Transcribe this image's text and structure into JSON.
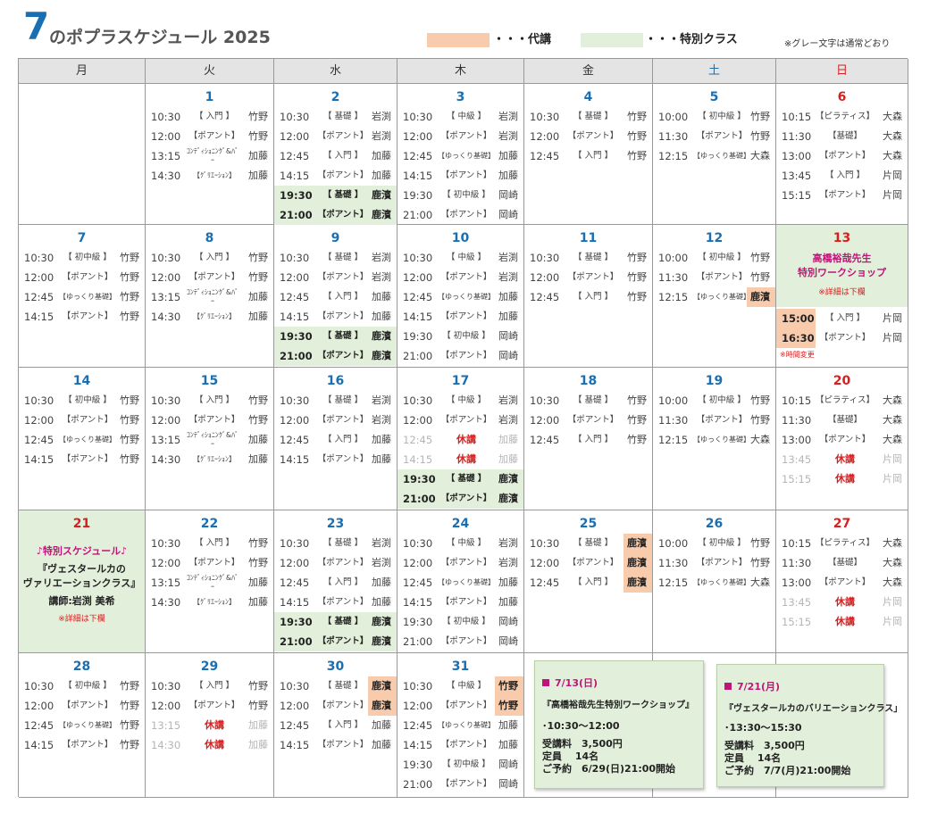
{
  "header": {
    "month": "7",
    "title": "のポプラスケジュール 2025",
    "legend_sub_label": "・・・代講",
    "legend_special_label": "・・・特別クラス",
    "note": "※グレー文字は通常どおり",
    "sub_color": "#f8cbad",
    "special_color": "#e2efda"
  },
  "weekdays": [
    "月",
    "火",
    "水",
    "木",
    "金",
    "土",
    "日"
  ],
  "weeks": [
    [
      {
        "day": "",
        "rows": []
      },
      {
        "day": "1",
        "rows": [
          [
            "10:30",
            "【 入門 】",
            "竹野"
          ],
          [
            "12:00",
            "【ポアント】",
            "竹野"
          ],
          [
            "13:15",
            "ｺﾝﾃﾞｨｼｮﾆﾝｸﾞ&ﾊﾞｰ",
            "加藤"
          ],
          [
            "14:30",
            "【ｸﾞﾘｴｰｼｮﾝ】",
            "加藤"
          ]
        ]
      },
      {
        "day": "2",
        "rows": [
          [
            "10:30",
            "【 基礎 】",
            "岩渕"
          ],
          [
            "12:00",
            "【ポアント】",
            "岩渕"
          ],
          [
            "12:45",
            "【 入門 】",
            "加藤"
          ],
          [
            "14:15",
            "【ポアント】",
            "加藤"
          ],
          [
            "19:30",
            "【 基礎 】",
            "鹿濱"
          ],
          [
            "21:00",
            "【ポアント】",
            "鹿濱"
          ]
        ]
      },
      {
        "day": "3",
        "rows": [
          [
            "10:30",
            "【 中級 】",
            "岩渕"
          ],
          [
            "12:00",
            "【ポアント】",
            "岩渕"
          ],
          [
            "12:45",
            "【ゆっくり基礎】",
            "加藤"
          ],
          [
            "14:15",
            "【ポアント】",
            "加藤"
          ],
          [
            "19:30",
            "【 初中級 】",
            "岡崎"
          ],
          [
            "21:00",
            "【ポアント】",
            "岡崎"
          ]
        ]
      },
      {
        "day": "4",
        "rows": [
          [
            "10:30",
            "【 基礎 】",
            "竹野"
          ],
          [
            "12:00",
            "【ポアント】",
            "竹野"
          ],
          [
            "12:45",
            "【 入門 】",
            "竹野"
          ]
        ]
      },
      {
        "day": "5",
        "rows": [
          [
            "10:00",
            "【 初中級 】",
            "竹野"
          ],
          [
            "11:30",
            "【ポアント】",
            "竹野"
          ],
          [
            "12:15",
            "【ゆっくり基礎】",
            "大森"
          ]
        ]
      },
      {
        "day": "6",
        "rows": [
          [
            "10:15",
            "【ピラティス】",
            "大森"
          ],
          [
            "11:30",
            "【基礎】",
            "大森"
          ],
          [
            "13:00",
            "【ポアント】",
            "大森"
          ],
          [
            "13:45",
            "【 入門 】",
            "片岡"
          ],
          [
            "15:15",
            "【ポアント】",
            "片岡"
          ]
        ]
      }
    ],
    [
      {
        "day": "7",
        "rows": [
          [
            "10:30",
            "【 初中級 】",
            "竹野"
          ],
          [
            "12:00",
            "【ポアント】",
            "竹野"
          ],
          [
            "12:45",
            "【ゆっくり基礎】",
            "竹野"
          ],
          [
            "14:15",
            "【ポアント】",
            "竹野"
          ]
        ]
      },
      {
        "day": "8",
        "rows": [
          [
            "10:30",
            "【 入門 】",
            "竹野"
          ],
          [
            "12:00",
            "【ポアント】",
            "竹野"
          ],
          [
            "13:15",
            "ｺﾝﾃﾞｨｼｮﾆﾝｸﾞ&ﾊﾞｰ",
            "加藤"
          ],
          [
            "14:30",
            "【ｸﾞﾘｴｰｼｮﾝ】",
            "加藤"
          ]
        ]
      },
      {
        "day": "9",
        "rows": [
          [
            "10:30",
            "【 基礎 】",
            "岩渕"
          ],
          [
            "12:00",
            "【ポアント】",
            "岩渕"
          ],
          [
            "12:45",
            "【 入門 】",
            "加藤"
          ],
          [
            "14:15",
            "【ポアント】",
            "加藤"
          ],
          [
            "19:30",
            "【 基礎 】",
            "鹿濱"
          ],
          [
            "21:00",
            "【ポアント】",
            "鹿濱"
          ]
        ]
      },
      {
        "day": "10",
        "rows": [
          [
            "10:30",
            "【 中級 】",
            "岩渕"
          ],
          [
            "12:00",
            "【ポアント】",
            "岩渕"
          ],
          [
            "12:45",
            "【ゆっくり基礎】",
            "加藤"
          ],
          [
            "14:15",
            "【ポアント】",
            "加藤"
          ],
          [
            "19:30",
            "【 初中級 】",
            "岡崎"
          ],
          [
            "21:00",
            "【ポアント】",
            "岡崎"
          ]
        ]
      },
      {
        "day": "11",
        "rows": [
          [
            "10:30",
            "【 基礎 】",
            "竹野"
          ],
          [
            "12:00",
            "【ポアント】",
            "竹野"
          ],
          [
            "12:45",
            "【 入門 】",
            "竹野"
          ]
        ]
      },
      {
        "day": "12",
        "rows": [
          [
            "10:00",
            "【 初中級 】",
            "竹野"
          ],
          [
            "11:30",
            "【ポアント】",
            "竹野"
          ],
          [
            "12:15",
            "【ゆっくり基礎】",
            "鹿濱"
          ]
        ]
      },
      {
        "day": "13",
        "special_title": "高橋裕哉先生",
        "special_sub": "特別ワークショップ",
        "special_note": "※詳細は下欄",
        "rows": [
          [
            "15:00",
            "【 入門 】",
            "片岡"
          ],
          [
            "16:30",
            "【ポアント】",
            "片岡"
          ]
        ],
        "time_note": "※時間変更"
      }
    ],
    [
      {
        "day": "14",
        "rows": [
          [
            "10:30",
            "【 初中級 】",
            "竹野"
          ],
          [
            "12:00",
            "【ポアント】",
            "竹野"
          ],
          [
            "12:45",
            "【ゆっくり基礎】",
            "竹野"
          ],
          [
            "14:15",
            "【ポアント】",
            "竹野"
          ]
        ]
      },
      {
        "day": "15",
        "rows": [
          [
            "10:30",
            "【 入門 】",
            "竹野"
          ],
          [
            "12:00",
            "【ポアント】",
            "竹野"
          ],
          [
            "13:15",
            "ｺﾝﾃﾞｨｼｮﾆﾝｸﾞ&ﾊﾞｰ",
            "加藤"
          ],
          [
            "14:30",
            "【ｸﾞﾘｴｰｼｮﾝ】",
            "加藤"
          ]
        ]
      },
      {
        "day": "16",
        "rows": [
          [
            "10:30",
            "【 基礎 】",
            "岩渕"
          ],
          [
            "12:00",
            "【ポアント】",
            "岩渕"
          ],
          [
            "12:45",
            "【 入門 】",
            "加藤"
          ],
          [
            "14:15",
            "【ポアント】",
            "加藤"
          ]
        ]
      },
      {
        "day": "17",
        "rows": [
          [
            "10:30",
            "【 中級 】",
            "岩渕"
          ],
          [
            "12:00",
            "【ポアント】",
            "岩渕"
          ],
          [
            "12:45",
            "休講",
            "加藤"
          ],
          [
            "14:15",
            "休講",
            "加藤"
          ],
          [
            "19:30",
            "【 基礎 】",
            "鹿濱"
          ],
          [
            "21:00",
            "【ポアント】",
            "鹿濱"
          ]
        ]
      },
      {
        "day": "18",
        "rows": [
          [
            "10:30",
            "【 基礎 】",
            "竹野"
          ],
          [
            "12:00",
            "【ポアント】",
            "竹野"
          ],
          [
            "12:45",
            "【 入門 】",
            "竹野"
          ]
        ]
      },
      {
        "day": "19",
        "rows": [
          [
            "10:00",
            "【 初中級 】",
            "竹野"
          ],
          [
            "11:30",
            "【ポアント】",
            "竹野"
          ],
          [
            "12:15",
            "【ゆっくり基礎】",
            "大森"
          ]
        ]
      },
      {
        "day": "20",
        "rows": [
          [
            "10:15",
            "【ピラティス】",
            "大森"
          ],
          [
            "11:30",
            "【基礎】",
            "大森"
          ],
          [
            "13:00",
            "【ポアント】",
            "大森"
          ],
          [
            "13:45",
            "休講",
            "片岡"
          ],
          [
            "15:15",
            "休講",
            "片岡"
          ]
        ]
      }
    ],
    [
      {
        "day": "21",
        "special_title": "♪特別スケジュール♪",
        "special_sub": "『ヴェスタールカの",
        "special_sub2": "ヴァリエーションクラス』",
        "special_teacher": "講師:岩渕 美希",
        "special_note": "※詳細は下欄",
        "rows": []
      },
      {
        "day": "22",
        "rows": [
          [
            "10:30",
            "【 入門 】",
            "竹野"
          ],
          [
            "12:00",
            "【ポアント】",
            "竹野"
          ],
          [
            "13:15",
            "ｺﾝﾃﾞｨｼｮﾆﾝｸﾞ&ﾊﾞｰ",
            "加藤"
          ],
          [
            "14:30",
            "【ｸﾞﾘｴｰｼｮﾝ】",
            "加藤"
          ]
        ]
      },
      {
        "day": "23",
        "rows": [
          [
            "10:30",
            "【 基礎 】",
            "岩渕"
          ],
          [
            "12:00",
            "【ポアント】",
            "岩渕"
          ],
          [
            "12:45",
            "【 入門 】",
            "加藤"
          ],
          [
            "14:15",
            "【ポアント】",
            "加藤"
          ],
          [
            "19:30",
            "【 基礎 】",
            "鹿濱"
          ],
          [
            "21:00",
            "【ポアント】",
            "鹿濱"
          ]
        ]
      },
      {
        "day": "24",
        "rows": [
          [
            "10:30",
            "【 中級 】",
            "岩渕"
          ],
          [
            "12:00",
            "【ポアント】",
            "岩渕"
          ],
          [
            "12:45",
            "【ゆっくり基礎】",
            "加藤"
          ],
          [
            "14:15",
            "【ポアント】",
            "加藤"
          ],
          [
            "19:30",
            "【 初中級 】",
            "岡崎"
          ],
          [
            "21:00",
            "【ポアント】",
            "岡崎"
          ]
        ]
      },
      {
        "day": "25",
        "rows": [
          [
            "10:30",
            "【 基礎 】",
            "鹿濱"
          ],
          [
            "12:00",
            "【ポアント】",
            "鹿濱"
          ],
          [
            "12:45",
            "【 入門 】",
            "鹿濱"
          ]
        ]
      },
      {
        "day": "26",
        "rows": [
          [
            "10:00",
            "【 初中級 】",
            "竹野"
          ],
          [
            "11:30",
            "【ポアント】",
            "竹野"
          ],
          [
            "12:15",
            "【ゆっくり基礎】",
            "大森"
          ]
        ]
      },
      {
        "day": "27",
        "rows": [
          [
            "10:15",
            "【ピラティス】",
            "大森"
          ],
          [
            "11:30",
            "【基礎】",
            "大森"
          ],
          [
            "13:00",
            "【ポアント】",
            "大森"
          ],
          [
            "13:45",
            "休講",
            "片岡"
          ],
          [
            "15:15",
            "休講",
            "片岡"
          ]
        ]
      }
    ],
    [
      {
        "day": "28",
        "rows": [
          [
            "10:30",
            "【 初中級 】",
            "竹野"
          ],
          [
            "12:00",
            "【ポアント】",
            "竹野"
          ],
          [
            "12:45",
            "【ゆっくり基礎】",
            "竹野"
          ],
          [
            "14:15",
            "【ポアント】",
            "竹野"
          ]
        ]
      },
      {
        "day": "29",
        "rows": [
          [
            "10:30",
            "【 入門 】",
            "竹野"
          ],
          [
            "12:00",
            "【ポアント】",
            "竹野"
          ],
          [
            "13:15",
            "休講",
            "加藤"
          ],
          [
            "14:30",
            "休講",
            "加藤"
          ]
        ]
      },
      {
        "day": "30",
        "rows": [
          [
            "10:30",
            "【 基礎 】",
            "鹿濱"
          ],
          [
            "12:00",
            "【ポアント】",
            "鹿濱"
          ],
          [
            "12:45",
            "【 入門 】",
            "加藤"
          ],
          [
            "14:15",
            "【ポアント】",
            "加藤"
          ]
        ]
      },
      {
        "day": "31",
        "rows": [
          [
            "10:30",
            "【 中級 】",
            "竹野"
          ],
          [
            "12:00",
            "【ポアント】",
            "竹野"
          ],
          [
            "12:45",
            "【ゆっくり基礎】",
            "加藤"
          ],
          [
            "14:15",
            "【ポアント】",
            "加藤"
          ],
          [
            "19:30",
            "【 初中級 】",
            "岡崎"
          ],
          [
            "21:00",
            "【ポアント】",
            "岡崎"
          ]
        ]
      },
      {
        "day": "",
        "rows": []
      },
      {
        "day": "",
        "rows": []
      },
      {
        "day": "",
        "rows": []
      }
    ]
  ],
  "memo1": {
    "date": "7/13(日)",
    "name": "『高橋裕哉先生特別ワークショップ』",
    "time": "･10:30～12:00",
    "fee": "受講料　3,500円",
    "cap": "定員　 14名",
    "resv": "ご予約　6/29(日)21:00開始"
  },
  "memo2": {
    "date": "7/21(月)",
    "name": "『ヴェスタールカのバリエーションクラス」",
    "time": "･13:30～15:30",
    "fee": "受講料　3,500円",
    "cap": "定員　 14名",
    "resv": "ご予約　7/7(月)21:00開始"
  }
}
